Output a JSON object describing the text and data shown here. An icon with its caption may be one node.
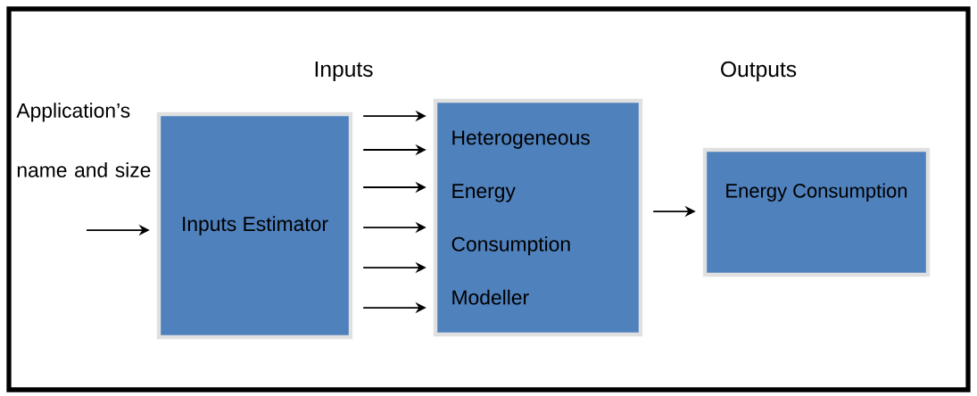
{
  "diagram": {
    "nodes": [
      {
        "text": [
          "Inputs Estimator"
        ]
      },
      {
        "text": [
          "Heterogeneous Energy Consumption Modeller"
        ]
      },
      {
        "text": [
          "Energy Consumption"
        ]
      }
    ],
    "edges": [
      {
        "from": null,
        "to": 0,
        "arrow": "to"
      },
      {
        "from": 0,
        "to": 1,
        "arrow": "to"
      },
      {
        "from": 0,
        "to": 1,
        "arrow": "to"
      },
      {
        "from": 0,
        "to": 1,
        "arrow": "to"
      },
      {
        "from": 0,
        "to": 1,
        "arrow": "to"
      },
      {
        "from": 0,
        "to": 1,
        "arrow": "to"
      },
      {
        "from": 0,
        "to": 1,
        "arrow": "to"
      },
      {
        "from": 1,
        "to": 2,
        "arrow": "to"
      }
    ],
    "labels": [
      "Inputs",
      "Outputs",
      "Application’s name and size"
    ]
  }
}
